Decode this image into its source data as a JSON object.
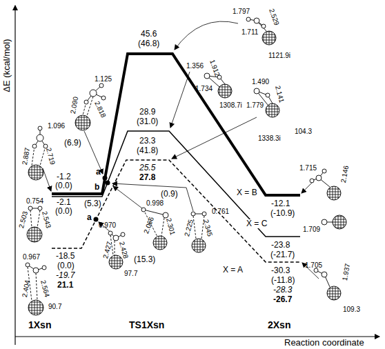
{
  "diagram": {
    "labels": [
      "ΔE (kcal/mol)",
      "Reaction coordinate",
      "1Xsn",
      "TS1Xsn",
      "2Xsn",
      "-1.2",
      "(0.0)",
      "-2.1",
      "(0.0)",
      "-18.5",
      "(0.0)",
      "-19.7",
      "21.1",
      "45.6",
      "(46.8)",
      "28.9",
      "(31.0)",
      "23.3",
      "(41.8)",
      "25.5",
      "27.8",
      "-12.1",
      "(-10.9)",
      "-23.8",
      "(-21.7)",
      "-30.3",
      "(-11.8)",
      "-28.3",
      "-26.7",
      "X = B",
      "X = C",
      "X = A",
      "a",
      "b",
      "a",
      "(6.9)",
      "(0.9)",
      "(15.3)",
      "(5.3)",
      "1121.9i",
      "1308.7i",
      "1338.3i",
      "104.3",
      "90.7",
      "97.7",
      "109.3",
      "1.096",
      "2.887",
      "2.719",
      "0.754",
      "2.503",
      "2.543",
      "0.967",
      "2.404",
      "2.564",
      "1.125",
      "2.090",
      "2.818",
      "0.761",
      "2.225",
      "2.345",
      "0.998",
      "2.066",
      "2.301",
      "0.970",
      "2.427",
      "2.428",
      "1.797",
      "2.529",
      "1.711",
      "1.356",
      "1.912",
      "1.734",
      "1.490",
      "2.141",
      "1.779",
      "1.715",
      "2.146",
      "1.709",
      "1.705",
      "1.937"
    ]
  }
}
